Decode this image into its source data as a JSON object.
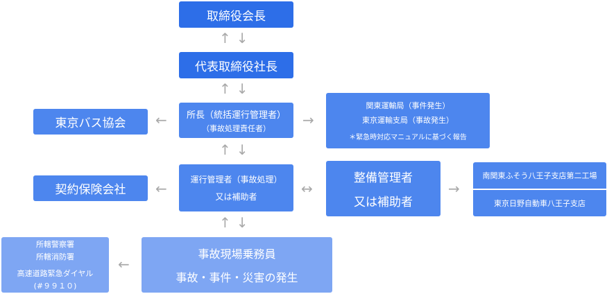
{
  "nodes": {
    "chairman": "取締役会長",
    "president": "代表取締役社長",
    "director_line1": "所長（統括運行管理者）",
    "director_line2": "（事故処理責任者）",
    "bureau_line1": "関東運輸局（事件発生）",
    "bureau_line2": "東京運輸支局（事故発生）",
    "bureau_note": "＊緊急時対応マニュアルに基づく報告",
    "bus_association": "東京バス協会",
    "operations_line1": "運行管理者（事故処理）",
    "operations_line2": "又は補助者",
    "maintenance_line1": "整備管理者",
    "maintenance_line2": "又は補助者",
    "factory": "南関東ふそう八王子支店第二工場",
    "hino_branch": "東京日野自動車八王子支店",
    "insurance": "契約保険会社",
    "crew_line1": "事故現場乗務員",
    "crew_line2": "事故・事件・災害の発生",
    "police": "所轄警察署",
    "fire": "所轄消防署",
    "hotline": "高速道路緊急ダイヤル",
    "hotline_number": "(#９９１０)"
  },
  "colors": {
    "top_boxes": "#2d6ee8",
    "middle_boxes": "#4d86ee",
    "outer_boxes": "#7ea6f3",
    "arrows": "#a9a9a9"
  },
  "icons": {
    "up_down": "up-down-arrow",
    "left": "left-arrow",
    "right": "right-arrow",
    "left_right": "left-right-arrow"
  }
}
